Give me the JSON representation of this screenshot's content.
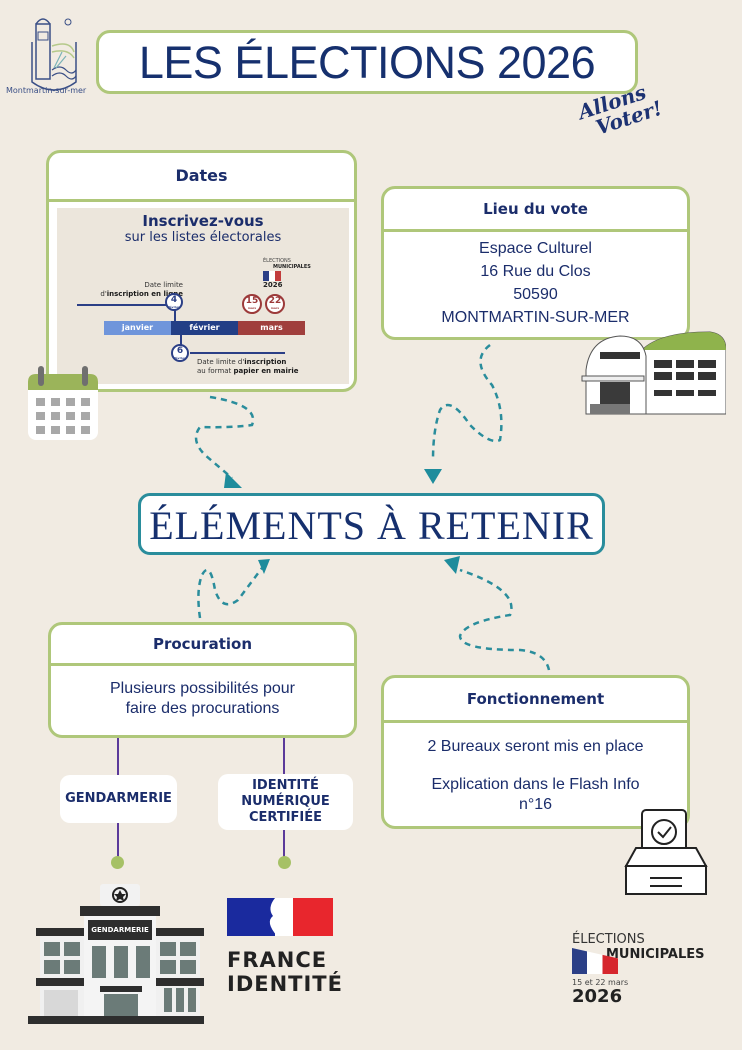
{
  "header": {
    "logo_text": "Montmartin-sur-mer",
    "title": "LES ÉLECTIONS 2026",
    "slogan_line1": "Allons",
    "slogan_line2": "Voter!"
  },
  "dates": {
    "heading": "Dates",
    "graphic": {
      "title": "Inscrivez-vous",
      "subtitle": "sur les listes électorales",
      "logo_line1": "ÉLECTIONS",
      "logo_line2": "MUNICIPALES",
      "logo_year": "2026",
      "online_label_1": "Date limite",
      "online_label_2_prefix": "d'",
      "online_label_2_bold": "inscription en ligne",
      "paper_label_1_prefix": "Date limite d'",
      "paper_label_1_bold": "inscription",
      "paper_label_2_prefix": "au format ",
      "paper_label_2_bold": "papier en mairie",
      "months": [
        "janvier",
        "février",
        "mars"
      ],
      "month_colors": [
        "#6f95db",
        "#233f86",
        "#a03f3d"
      ],
      "deadlines": [
        {
          "day": "4",
          "month": "février"
        },
        {
          "day": "6",
          "month": "février"
        }
      ],
      "election_days": [
        {
          "day": "15",
          "month": "mars"
        },
        {
          "day": "22",
          "month": "mars"
        }
      ]
    }
  },
  "lieu": {
    "heading": "Lieu du vote",
    "lines": [
      "Espace Culturel",
      "16 Rue du Clos",
      "50590",
      "MONTMARTIN-SUR-MER"
    ]
  },
  "center": {
    "title": "ÉLÉMENTS À RETENIR"
  },
  "procuration": {
    "heading": "Procuration",
    "body_line1": "Plusieurs possibilités pour",
    "body_line2": "faire des procurations",
    "options": [
      {
        "label": "GENDARMERIE"
      },
      {
        "label_line1": "IDENTITÉ",
        "label_line2": "NUMÉRIQUE",
        "label_line3": "CERTIFIÉE"
      }
    ]
  },
  "fonctionnement": {
    "heading": "Fonctionnement",
    "line1": "2 Bureaux seront mis en place",
    "line2": "Explication dans le Flash Info",
    "line3": "n°16"
  },
  "illustrations": {
    "gendarmerie_sign": "GENDARMERIE",
    "france_identite_1": "FRANCE",
    "france_identite_2": "IDENTITÉ"
  },
  "footer_logo": {
    "line1": "ÉLECTIONS",
    "line2": "MUNICIPALES",
    "dates": "15 et 22 mars",
    "year": "2026"
  },
  "colors": {
    "background": "#f1ebe2",
    "card_border": "#afc77a",
    "navy": "#1b2d6b",
    "teal": "#2a8d9c",
    "connector": "#5b3a9a"
  }
}
